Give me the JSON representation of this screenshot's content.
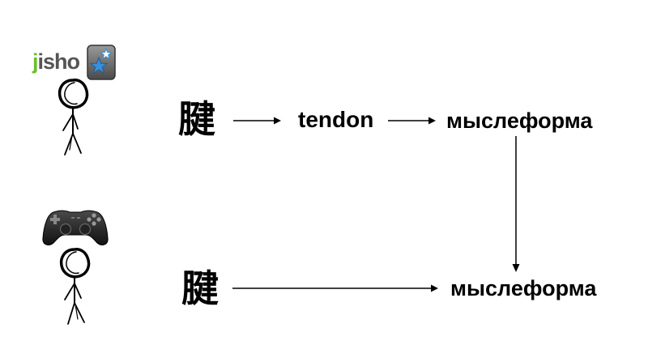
{
  "top_row": {
    "logo": {
      "j": "j",
      "rest": "isho"
    },
    "source_word": "腱",
    "intermediate_word": "tendon",
    "target_word": "мыслеформа"
  },
  "bottom_row": {
    "source_word": "腱",
    "target_word": "мыслеформа"
  },
  "icons": {
    "flashcard_app": "anki-star-icon",
    "controller": "gamepad-icon",
    "person": "stick-figure-icon"
  },
  "colors": {
    "text": "#000000",
    "logo_gray": "#555555",
    "logo_green": "#6bbf2e",
    "anki_blue": "#3a8fd9"
  }
}
